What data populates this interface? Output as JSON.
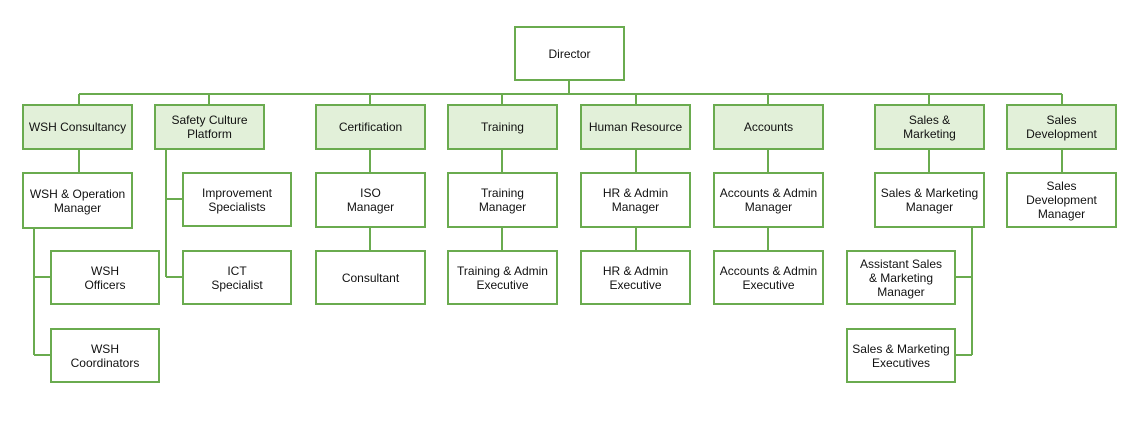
{
  "org_chart": {
    "line_color": "#6aab4f",
    "dept_fill": "#e2f0d9",
    "root": "Director",
    "departments": [
      {
        "id": "wsh",
        "label": "WSH Consultancy",
        "roles": [
          "WSH & Operation\nManager",
          "WSH\nOfficers",
          "WSH\nCoordinators"
        ]
      },
      {
        "id": "scp",
        "label": "Safety Culture\nPlatform",
        "roles": [
          "Improvement\nSpecialists",
          "ICT\nSpecialist"
        ]
      },
      {
        "id": "cert",
        "label": "Certification",
        "roles": [
          "ISO\nManager",
          "Consultant"
        ]
      },
      {
        "id": "training",
        "label": "Training",
        "roles": [
          "Training\nManager",
          "Training & Admin\nExecutive"
        ]
      },
      {
        "id": "hr",
        "label": "Human Resource",
        "roles": [
          "HR & Admin\nManager",
          "HR & Admin\nExecutive"
        ]
      },
      {
        "id": "accounts",
        "label": "Accounts",
        "roles": [
          "Accounts & Admin\nManager",
          "Accounts & Admin\nExecutive"
        ]
      },
      {
        "id": "sales",
        "label": "Sales &\nMarketing",
        "roles": [
          "Sales & Marketing\nManager",
          "Assistant Sales\n& Marketing\nManager",
          "Sales & Marketing\nExecutives"
        ]
      },
      {
        "id": "salesdev",
        "label": "Sales Development",
        "roles": [
          "Sales Development\nManager"
        ]
      }
    ]
  }
}
